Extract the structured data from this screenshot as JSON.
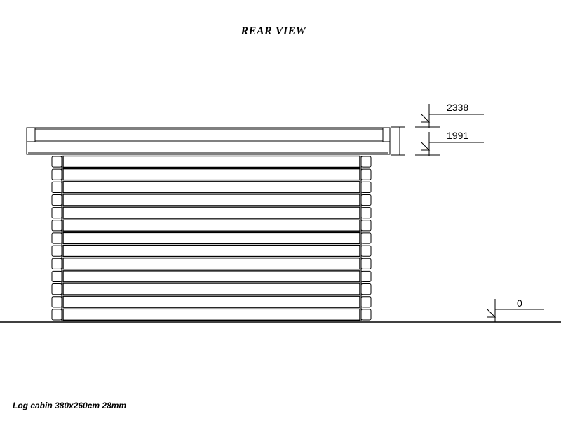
{
  "view": {
    "title": "REAR VIEW",
    "caption": "Log cabin 380x260cm 28mm"
  },
  "levels": {
    "ridge": "2338",
    "eave": "1991",
    "ground": "0"
  },
  "cabin": {
    "wall_logs": 13
  }
}
